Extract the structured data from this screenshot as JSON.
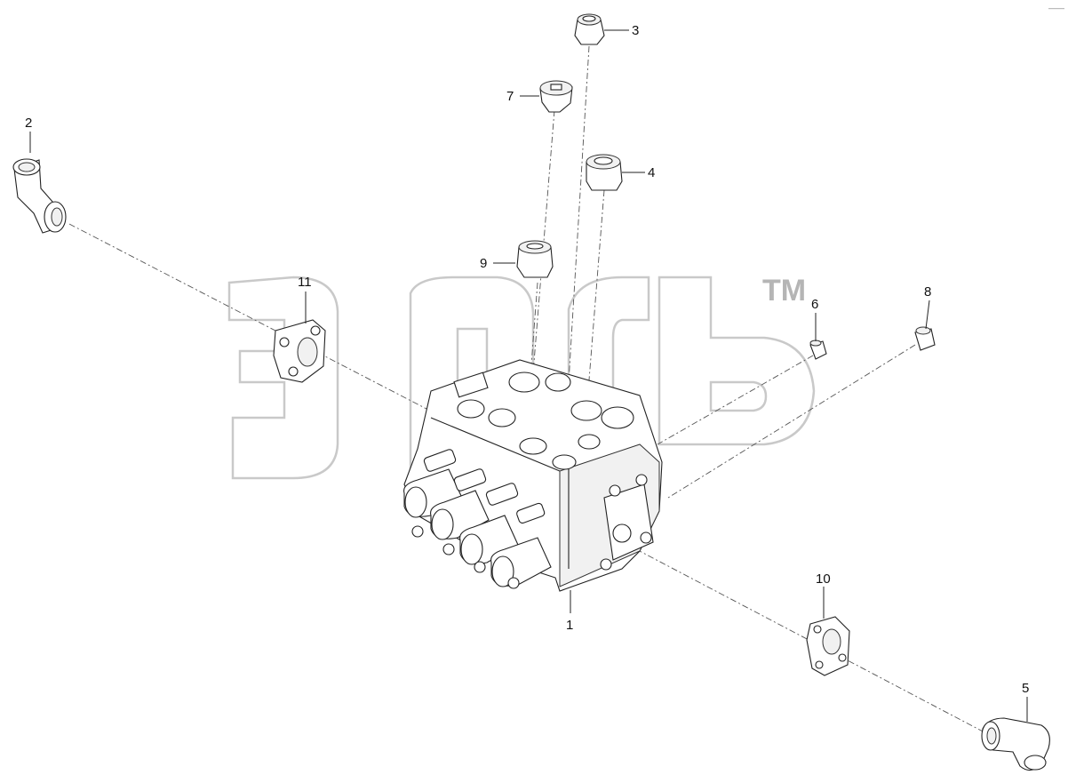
{
  "diagram": {
    "watermark_mark": "TM",
    "corner_mark": "——",
    "parts": [
      {
        "id": "1",
        "label": "1"
      },
      {
        "id": "2",
        "label": "2"
      },
      {
        "id": "3",
        "label": "3"
      },
      {
        "id": "4",
        "label": "4"
      },
      {
        "id": "5",
        "label": "5"
      },
      {
        "id": "6",
        "label": "6"
      },
      {
        "id": "7",
        "label": "7"
      },
      {
        "id": "8",
        "label": "8"
      },
      {
        "id": "9",
        "label": "9"
      },
      {
        "id": "10",
        "label": "10"
      },
      {
        "id": "11",
        "label": "11"
      }
    ]
  }
}
